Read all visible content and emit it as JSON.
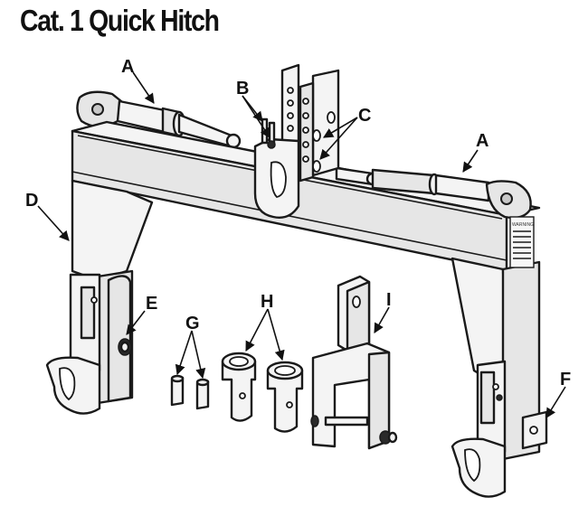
{
  "title": "Cat. 1 Quick Hitch",
  "labels": {
    "a_left": "A",
    "a_right": "A",
    "b": "B",
    "c": "C",
    "d": "D",
    "e": "E",
    "f": "F",
    "g": "G",
    "h": "H",
    "i": "I"
  },
  "decal_text": "WARNING"
}
